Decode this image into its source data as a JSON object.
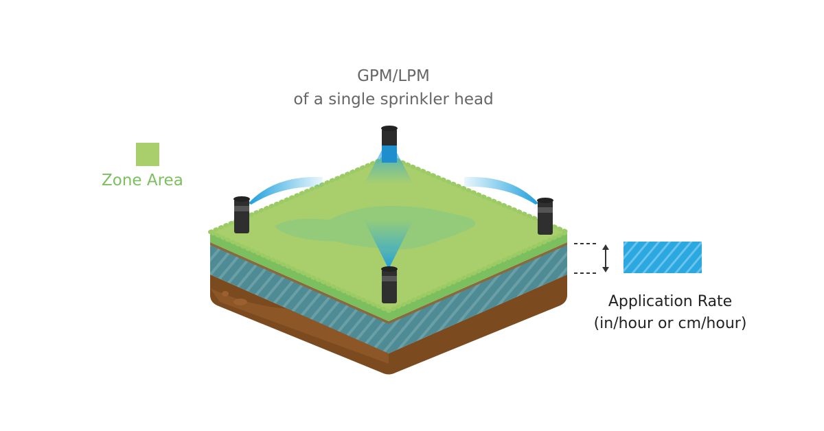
{
  "header": {
    "title": "GPM/LPM",
    "subtitle": "of a single sprinkler head"
  },
  "legend": {
    "zone_label": "Zone Area",
    "zone_color": "#a9cf6c"
  },
  "application_rate": {
    "title": "Application Rate",
    "units": "(in/hour or cm/hour)",
    "color": "#2ba8e0"
  },
  "colors": {
    "grass": "#a9cf6c",
    "grass_edge": "#7cbf5f",
    "water": "#4d8a94",
    "soil": "#7b4a1e",
    "spray": "#2ba8e0"
  }
}
